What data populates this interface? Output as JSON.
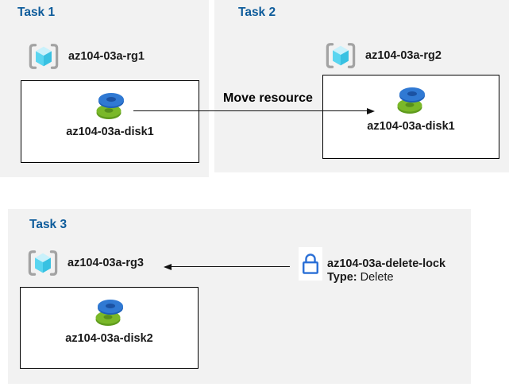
{
  "colors": {
    "panel_background": "#f2f2f2",
    "task_title_blue": "#0e5c9b",
    "label_text": "#1a1a1a",
    "box_border": "#000000",
    "arrow": "#111111",
    "lock_outline": "#2a6fd6",
    "disk_blue": "#3079d3",
    "disk_green": "#7ab829",
    "cube_cyan": "#59d5f0",
    "bracket_gray": "#a3a3a3"
  },
  "tasks": [
    {
      "title": "Task 1",
      "resource_group": "az104-03a-rg1",
      "resource": "az104-03a-disk1"
    },
    {
      "title": "Task 2",
      "resource_group": "az104-03a-rg2",
      "resource": "az104-03a-disk1"
    },
    {
      "title": "Task 3",
      "resource_group": "az104-03a-rg3",
      "resource": "az104-03a-disk2"
    }
  ],
  "move_arrow": {
    "label": "Move resource"
  },
  "lock": {
    "name": "az104-03a-delete-lock",
    "type_label": "Type:",
    "type_value": "Delete"
  },
  "icons": {
    "resource_group": "resource-group-icon",
    "disk": "disk-icon",
    "lock": "lock-icon",
    "move_arrow": "arrow-right-icon",
    "lock_arrow": "arrow-left-icon"
  }
}
